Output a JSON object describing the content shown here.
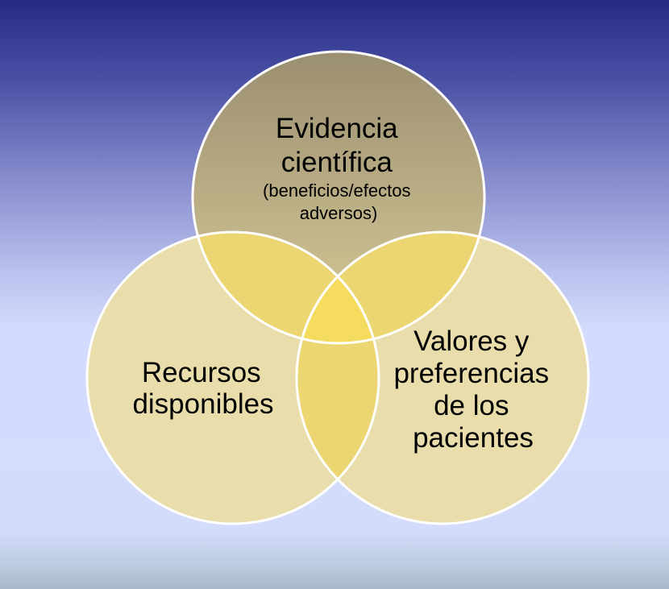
{
  "diagram": {
    "circles": [
      {
        "id": "evidence",
        "lines": [
          "Evidencia",
          "científica"
        ],
        "sublines": [
          "(beneficios/efectos",
          "adversos)"
        ]
      },
      {
        "id": "resources",
        "lines": [
          "Recursos",
          "disponibles"
        ],
        "sublines": []
      },
      {
        "id": "values",
        "lines": [
          "Valores y",
          "preferencias",
          "de los",
          "pacientes"
        ],
        "sublines": []
      }
    ],
    "colors": {
      "evidence_top": "#9b8f72",
      "evidence_bottom": "#d9cc98",
      "bottom_fill": "#e8ddab",
      "overlap": "#ecd672",
      "center": "#f6dc5e",
      "stroke": "#ffffff"
    }
  }
}
